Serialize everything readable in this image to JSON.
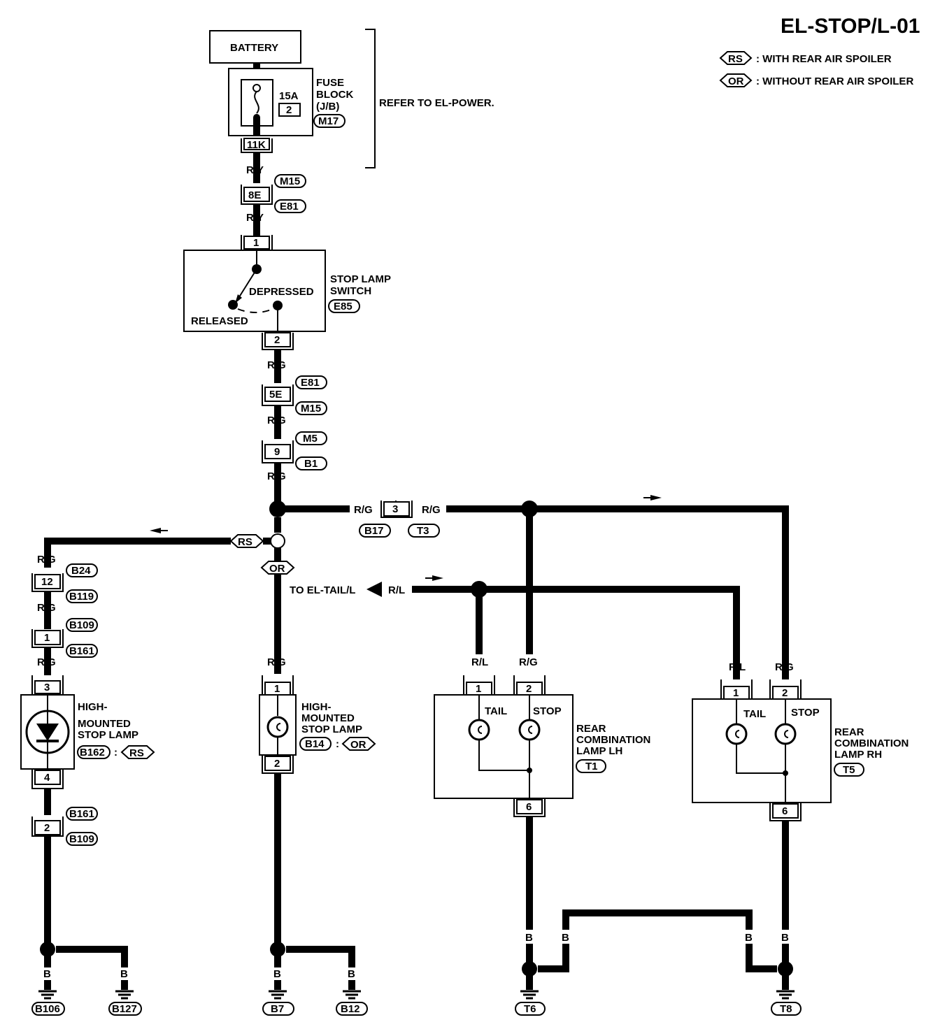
{
  "title": "EL-STOP/L-01",
  "legend": {
    "rs_tag": "RS",
    "rs_text": ": WITH REAR AIR SPOILER",
    "or_tag": "OR",
    "or_text": ": WITHOUT REAR AIR SPOILER"
  },
  "battery": "BATTERY",
  "fuse": {
    "rating": "15A",
    "number": "2",
    "label1": "FUSE",
    "label2": "BLOCK",
    "label3": "(J/B)",
    "conn": "M17",
    "terminal": "11K"
  },
  "refer": "REFER TO EL-POWER.",
  "wires": {
    "ry": "R/Y",
    "rg": "R/G",
    "rl": "R/L",
    "b": "B"
  },
  "conn8e": {
    "pin": "8E",
    "top": "M15",
    "bottom": "E81"
  },
  "stop_switch": {
    "pin_in": "1",
    "pin_out": "2",
    "depressed": "DEPRESSED",
    "released": "RELEASED",
    "label1": "STOP LAMP",
    "label2": "SWITCH",
    "conn": "E85"
  },
  "conn5e": {
    "pin": "5E",
    "top": "E81",
    "bottom": "M15"
  },
  "conn9": {
    "pin": "9",
    "top": "M5",
    "bottom": "B1"
  },
  "conn3": {
    "pin": "3",
    "left": "B17",
    "right": "T3"
  },
  "rs_branch": "RS",
  "or_branch": "OR",
  "conn12": {
    "pin": "12",
    "top": "B24",
    "bottom": "B119"
  },
  "conn1": {
    "pin": "1",
    "top": "B109",
    "bottom": "B161"
  },
  "hmsl_rs": {
    "pin_in": "3",
    "pin_out": "4",
    "label1": "HIGH-",
    "label2": "MOUNTED",
    "label3": "STOP LAMP",
    "conn": "B162",
    "colon": ":",
    "tag": "RS"
  },
  "conn2b": {
    "pin": "2",
    "top": "B161",
    "bottom": "B109"
  },
  "hmsl_or": {
    "pin_in": "1",
    "pin_out": "2",
    "label1": "HIGH-",
    "label2": "MOUNTED",
    "label3": "STOP LAMP",
    "conn": "B14",
    "colon": ":",
    "tag": "OR"
  },
  "to_tail": "TO EL-TAIL/L",
  "rear_lh": {
    "pin1": "1",
    "pin2": "2",
    "pin6": "6",
    "tail": "TAIL",
    "stop": "STOP",
    "label1": "REAR",
    "label2": "COMBINATION",
    "label3": "LAMP LH",
    "conn": "T1"
  },
  "rear_rh": {
    "pin1": "1",
    "pin2": "2",
    "pin6": "6",
    "tail": "TAIL",
    "stop": "STOP",
    "label1": "REAR",
    "label2": "COMBINATION",
    "label3": "LAMP RH",
    "conn": "T5"
  },
  "grounds": {
    "g1": "B106",
    "g2": "B127",
    "g3": "B7",
    "g4": "B12",
    "g5": "T6",
    "g6": "T8"
  }
}
